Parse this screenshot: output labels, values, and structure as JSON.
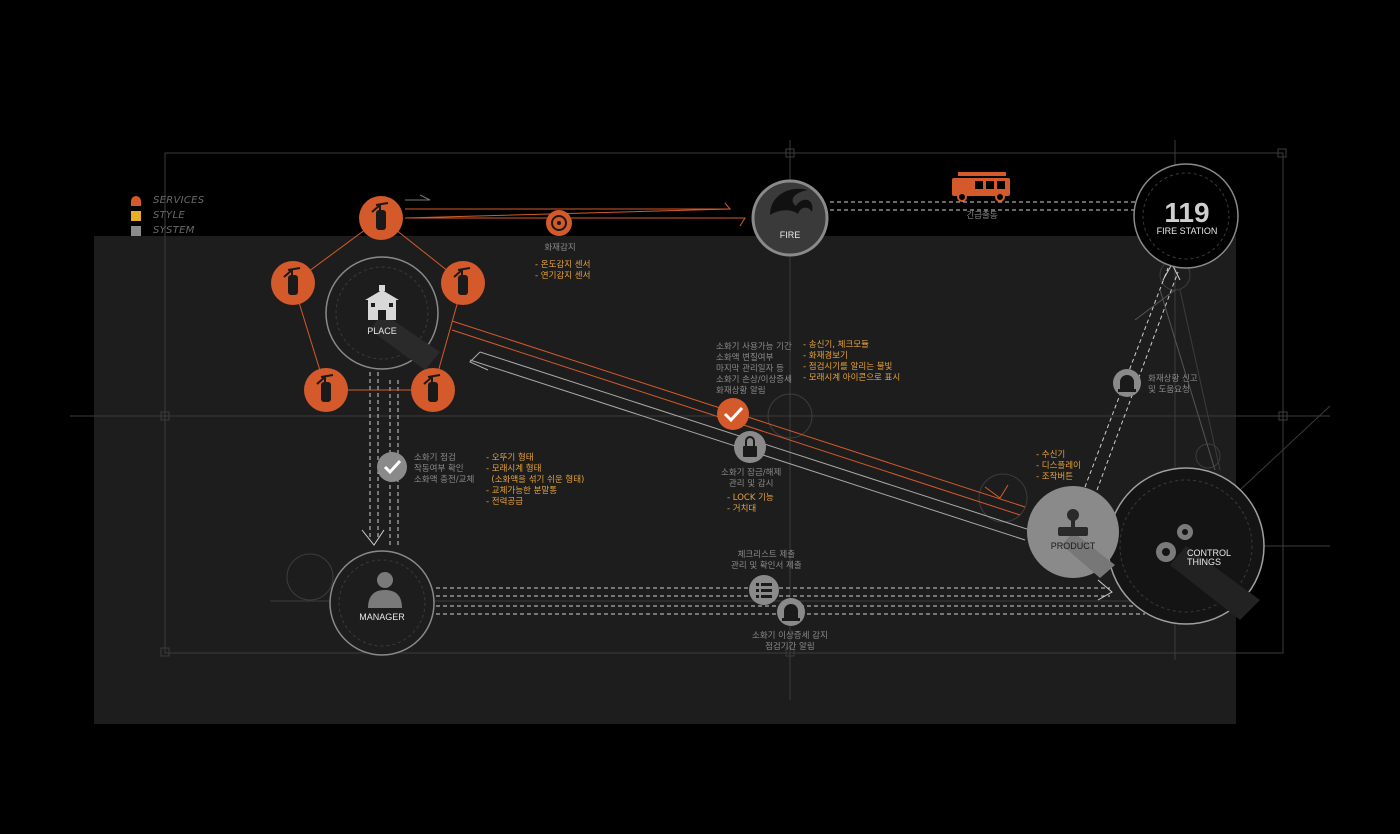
{
  "legend": [
    {
      "label": "SERVICES",
      "color": "#d45a2b"
    },
    {
      "label": "STYLE",
      "color": "#e8b02a"
    },
    {
      "label": "SYSTEM",
      "color": "#8c8c8c"
    }
  ],
  "nodes": {
    "place": "PLACE",
    "fire": "FIRE",
    "fire_station_number": "119",
    "fire_station": "FIRE STATION",
    "product": "PRODUCT",
    "control_line1": "CONTROL",
    "control_line2": "THINGS",
    "manager": "MANAGER"
  },
  "labels": {
    "fire_detect": "화재감지",
    "fire_detect_items": [
      "- 온도감지 센서",
      "- 연기감지 센서"
    ],
    "emergency": "긴급출동",
    "middle_gray": [
      "소화기 사용가능 기간",
      "소화액 변질여부",
      "마지막 관리일자 등",
      "소화기 손상/이상증세",
      "화재상황 알림"
    ],
    "middle_orange": [
      "- 송신기, 체크모듈",
      "- 화재경보기",
      "- 점검시기를 알리는 불빛",
      "- 모래시계 아이콘으로 표시"
    ],
    "report": [
      "화재상황 신고",
      "및 도움요청"
    ],
    "check_gray": [
      "소화기 점검",
      "작동여부 확인",
      "소화액 충전/교체"
    ],
    "check_orange": [
      "- 오뚜기 형태",
      "- 모래시계 형태",
      "  (소화액을 섞기 쉬운 형태)",
      "- 교체가능한 분말통",
      "- 전력공급"
    ],
    "lock_gray": [
      "소화기 잠금/해제",
      "관리 및 감시"
    ],
    "lock_orange": [
      "- LOCK 기능",
      "- 거치대"
    ],
    "product_orange": [
      "- 수신기",
      "- 디스플레이",
      "- 조작버튼"
    ],
    "checklist": [
      "체크리스트 제출",
      "관리 및 확인서 제출"
    ],
    "alarm": [
      "소화기 이상증세 감지",
      "점검기간 알림"
    ]
  }
}
